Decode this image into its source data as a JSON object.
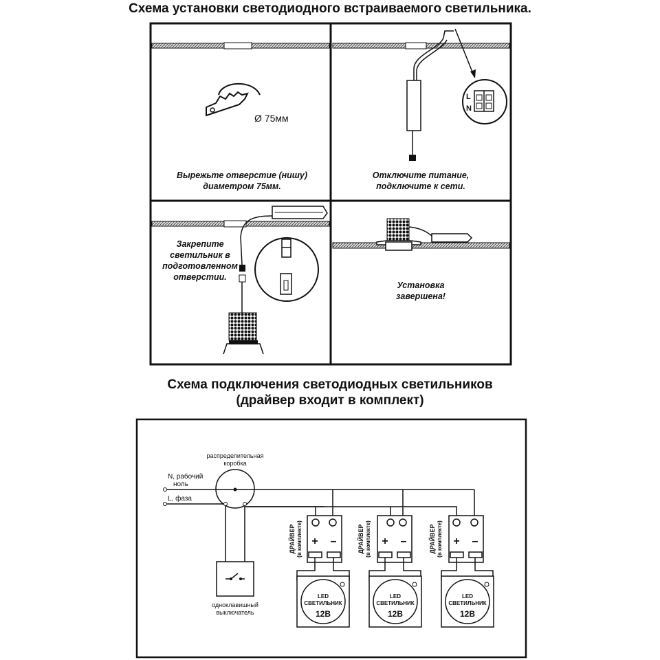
{
  "install": {
    "title": "Схема установки светодиодного встраиваемого светильника.",
    "step1": {
      "line1": "Вырежьте отверстие (нишу)",
      "line2": "диаметром 75мм.",
      "diameter": "Ø 75мм"
    },
    "step2": {
      "line1": "Отключите питание,",
      "line2": "подключите к сети.",
      "terminal_l": "L",
      "terminal_n": "N"
    },
    "step3": {
      "line1": "Закрепите",
      "line2": "светильник в",
      "line3": "подготовленном",
      "line4": "отверстии."
    },
    "step4": {
      "line1": "Установка",
      "line2": "завершена!"
    }
  },
  "wiring": {
    "title_line1": "Схема подключения светодиодных светильников",
    "title_line2": "(драйвер входит в комплект)",
    "junction_line1": "распределительная",
    "junction_line2": "коробка",
    "neutral_line1": "N, рабочий",
    "neutral_line2": "ноль",
    "phase": "L, фаза",
    "switch_line1": "одноклавишный",
    "switch_line2": "выключатель",
    "driver_line1": "ДРАЙВЕР",
    "driver_line2": "(в комплекте)",
    "plus": "+",
    "minus": "–",
    "led_line1": "LED",
    "led_line2": "СВЕТИЛЬНИК",
    "led_line3": "12В"
  }
}
